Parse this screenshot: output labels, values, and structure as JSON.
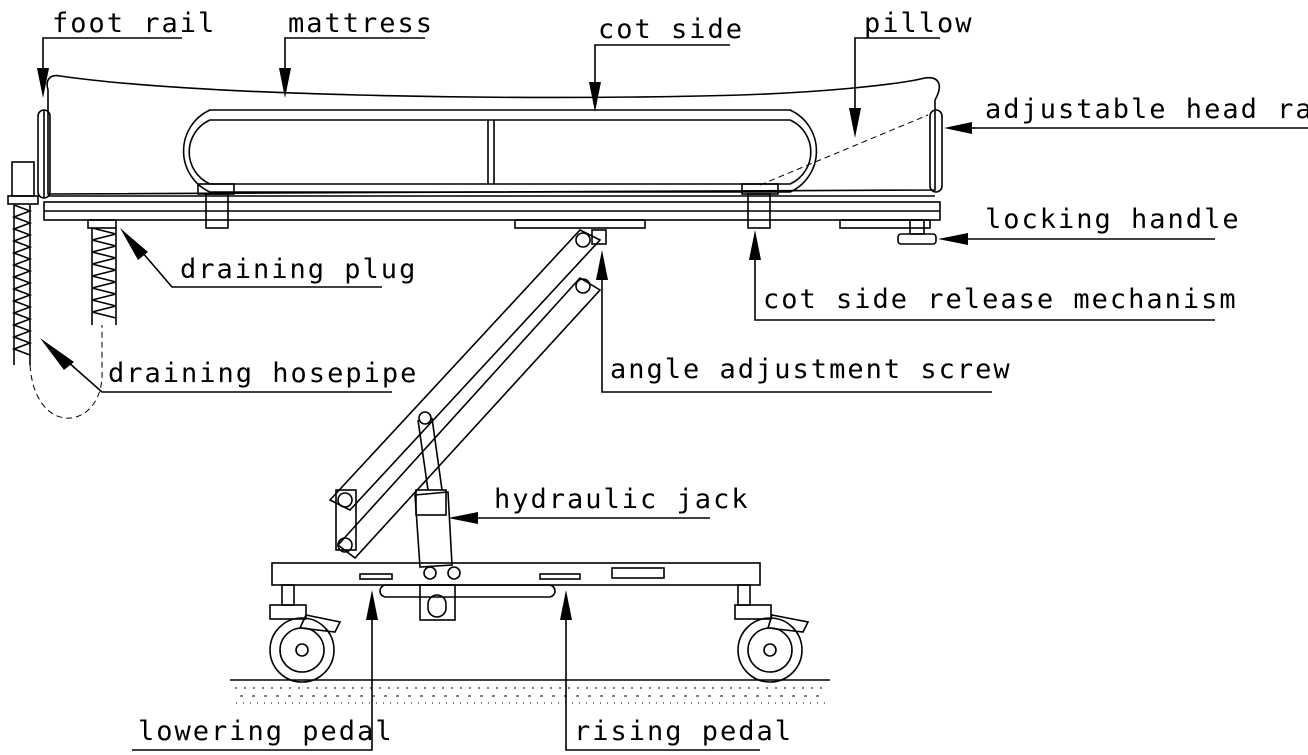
{
  "labels": {
    "foot_rail": "foot rail",
    "mattress": "mattress",
    "cot_side": "cot side",
    "pillow": "pillow",
    "adjustable_head_rail": "adjustable head rai",
    "locking_handle": "locking handle",
    "draining_plug": "draining plug",
    "cot_side_release_mechanism": "cot side release mechanism",
    "draining_hosepipe": "draining hosepipe",
    "angle_adjustment_screw": "angle adjustment screw",
    "hydraulic_jack": "hydraulic jack",
    "lowering_pedal": "lowering pedal",
    "rising_pedal": "rising pedal"
  },
  "colors": {
    "line": "#000000",
    "background": "#ffffff"
  }
}
